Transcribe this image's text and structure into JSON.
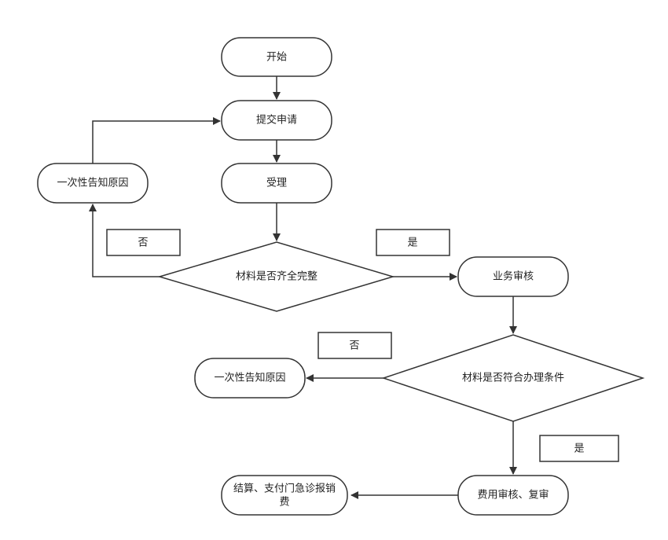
{
  "nodes": {
    "start": "开始",
    "submit": "提交申请",
    "accept": "受理",
    "notify_1": "一次性告知原因",
    "check_complete": "材料是否齐全完整",
    "business_review": "业务审核",
    "check_conditions": "材料是否符合办理条件",
    "notify_2": "一次性告知原因",
    "fee_review": "费用审核、复审",
    "settlement_line1": "结算、支付门急诊报销",
    "settlement_line2": "费"
  },
  "labels": {
    "no_1": "否",
    "yes_1": "是",
    "no_2": "否",
    "yes_2": "是"
  }
}
